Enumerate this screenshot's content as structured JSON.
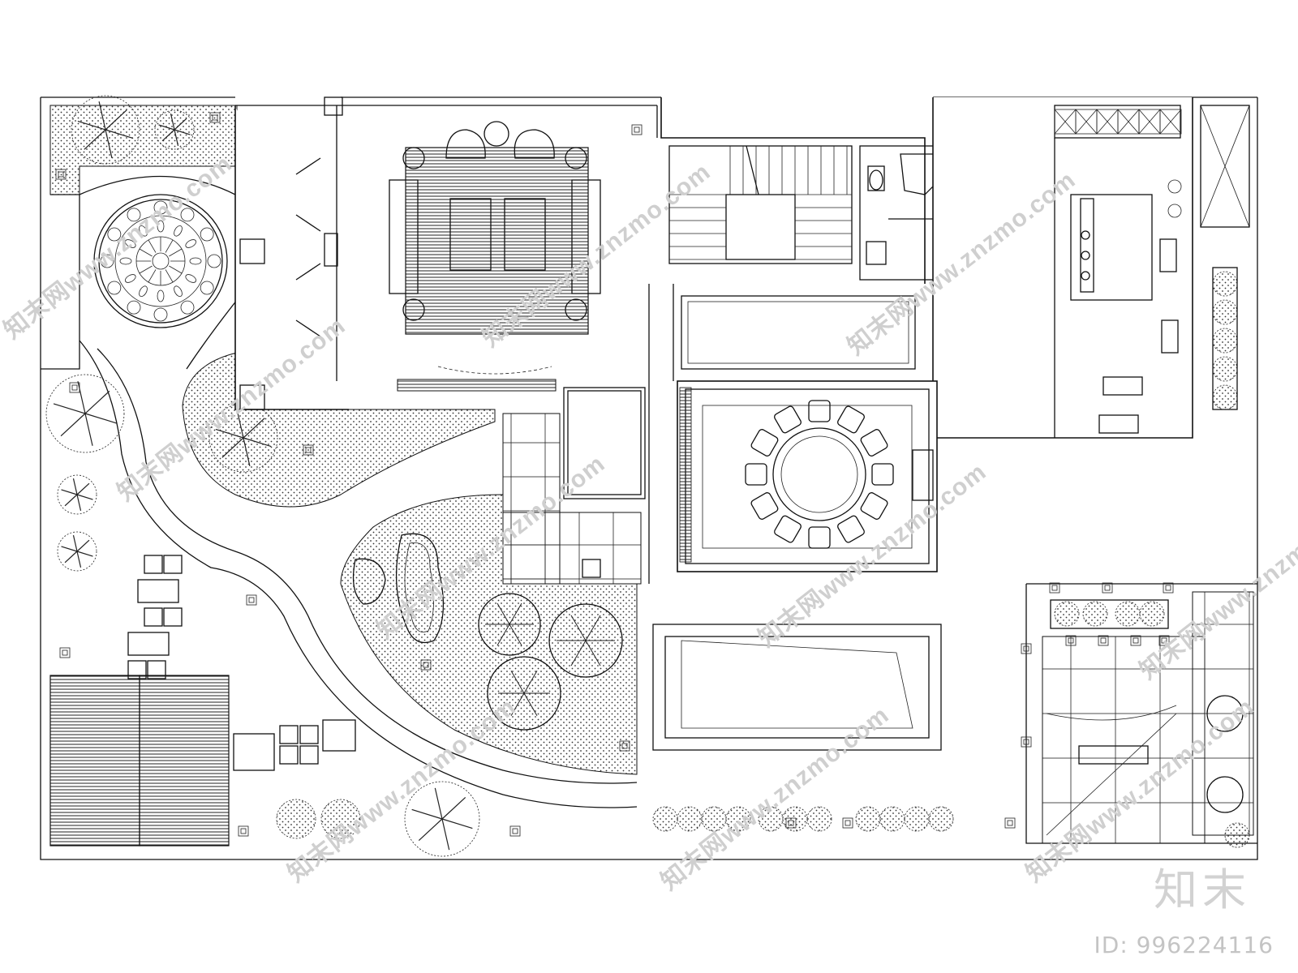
{
  "watermark": {
    "text": "知末网www.znzmo.com",
    "brand": "知末",
    "id_text": "ID: 996224116"
  },
  "colors": {
    "line": "#111111",
    "background": "#ffffff",
    "watermark": "#cfcfcf"
  }
}
